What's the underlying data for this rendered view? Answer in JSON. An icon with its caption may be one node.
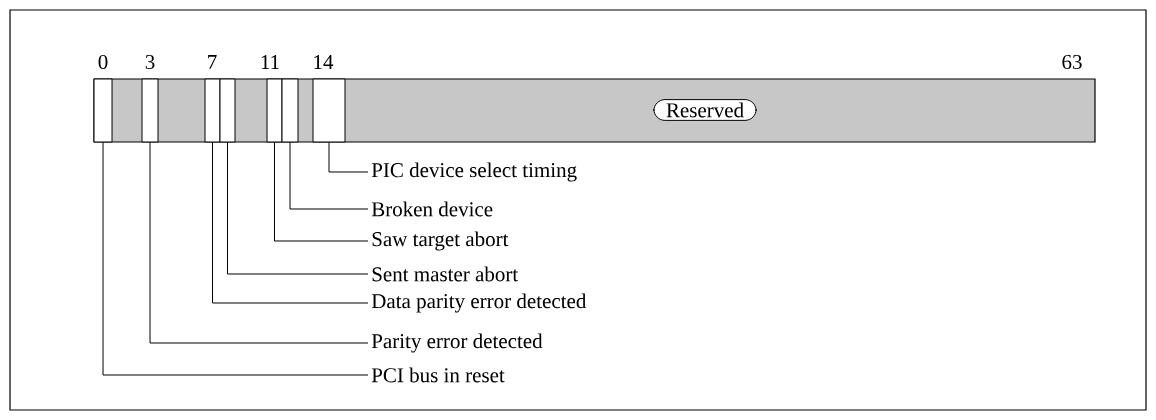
{
  "diagram": {
    "nodes": [
      {
        "text": [],
        "shape": "box"
      },
      {
        "text": [],
        "shape": "box"
      },
      {
        "text": [],
        "shape": "box"
      },
      {
        "text": [],
        "shape": "box"
      },
      {
        "text": [],
        "shape": "box"
      },
      {
        "text": [],
        "shape": "box"
      },
      {
        "text": [],
        "shape": "box"
      },
      {
        "text": [
          "Reserved"
        ]
      },
      {
        "text": [
          "PIC device select timing"
        ]
      },
      {
        "text": [
          "Broken device"
        ]
      },
      {
        "text": [
          "Saw target abort"
        ]
      },
      {
        "text": [
          "Sent master abort"
        ]
      },
      {
        "text": [
          "Data parity error detected"
        ]
      },
      {
        "text": [
          "Parity error detected"
        ]
      },
      {
        "text": [
          "PCI bus in reset"
        ]
      }
    ],
    "edges": [
      {
        "from": 8,
        "to": 6,
        "arrow": "none"
      },
      {
        "from": 9,
        "to": 5,
        "arrow": "none"
      },
      {
        "from": 10,
        "to": 4,
        "arrow": "none"
      },
      {
        "from": 11,
        "to": 3,
        "arrow": "none"
      },
      {
        "from": 12,
        "to": 2,
        "arrow": "none"
      },
      {
        "from": 13,
        "to": 1,
        "arrow": "none"
      },
      {
        "from": 14,
        "to": 0,
        "arrow": "none"
      }
    ],
    "labels": [
      "0",
      "3",
      "7",
      "11",
      "14",
      "63"
    ]
  }
}
